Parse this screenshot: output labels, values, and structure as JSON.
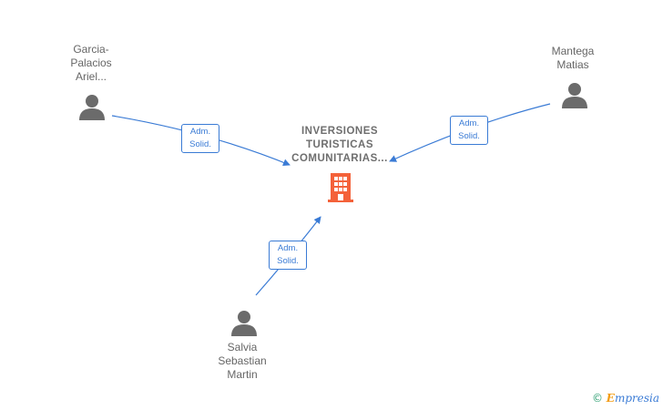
{
  "company": {
    "name": "INVERSIONES\nTURISTICAS\nCOMUNITARIAS...",
    "icon": "building-icon",
    "color": "#f4623a"
  },
  "persons": [
    {
      "id": "p1",
      "name": "Garcia-\nPalacios\nAriel...",
      "icon": "person-icon"
    },
    {
      "id": "p2",
      "name": "Mantega\nMatias",
      "icon": "person-icon"
    },
    {
      "id": "p3",
      "name": "Salvia\nSebastian\nMartin",
      "icon": "person-icon"
    }
  ],
  "edges": [
    {
      "from": "p1",
      "to": "company",
      "label_line1": "Adm.",
      "label_line2": "Solid."
    },
    {
      "from": "p2",
      "to": "company",
      "label_line1": "Adm.",
      "label_line2": "Solid."
    },
    {
      "from": "p3",
      "to": "company",
      "label_line1": "Adm.",
      "label_line2": "Solid."
    }
  ],
  "colors": {
    "edge": "#3a7bd5",
    "person": "#6b6b6b",
    "company": "#f4623a"
  },
  "watermark": {
    "symbol": "©",
    "brand_initial": "E",
    "brand_rest": "mpresia"
  }
}
